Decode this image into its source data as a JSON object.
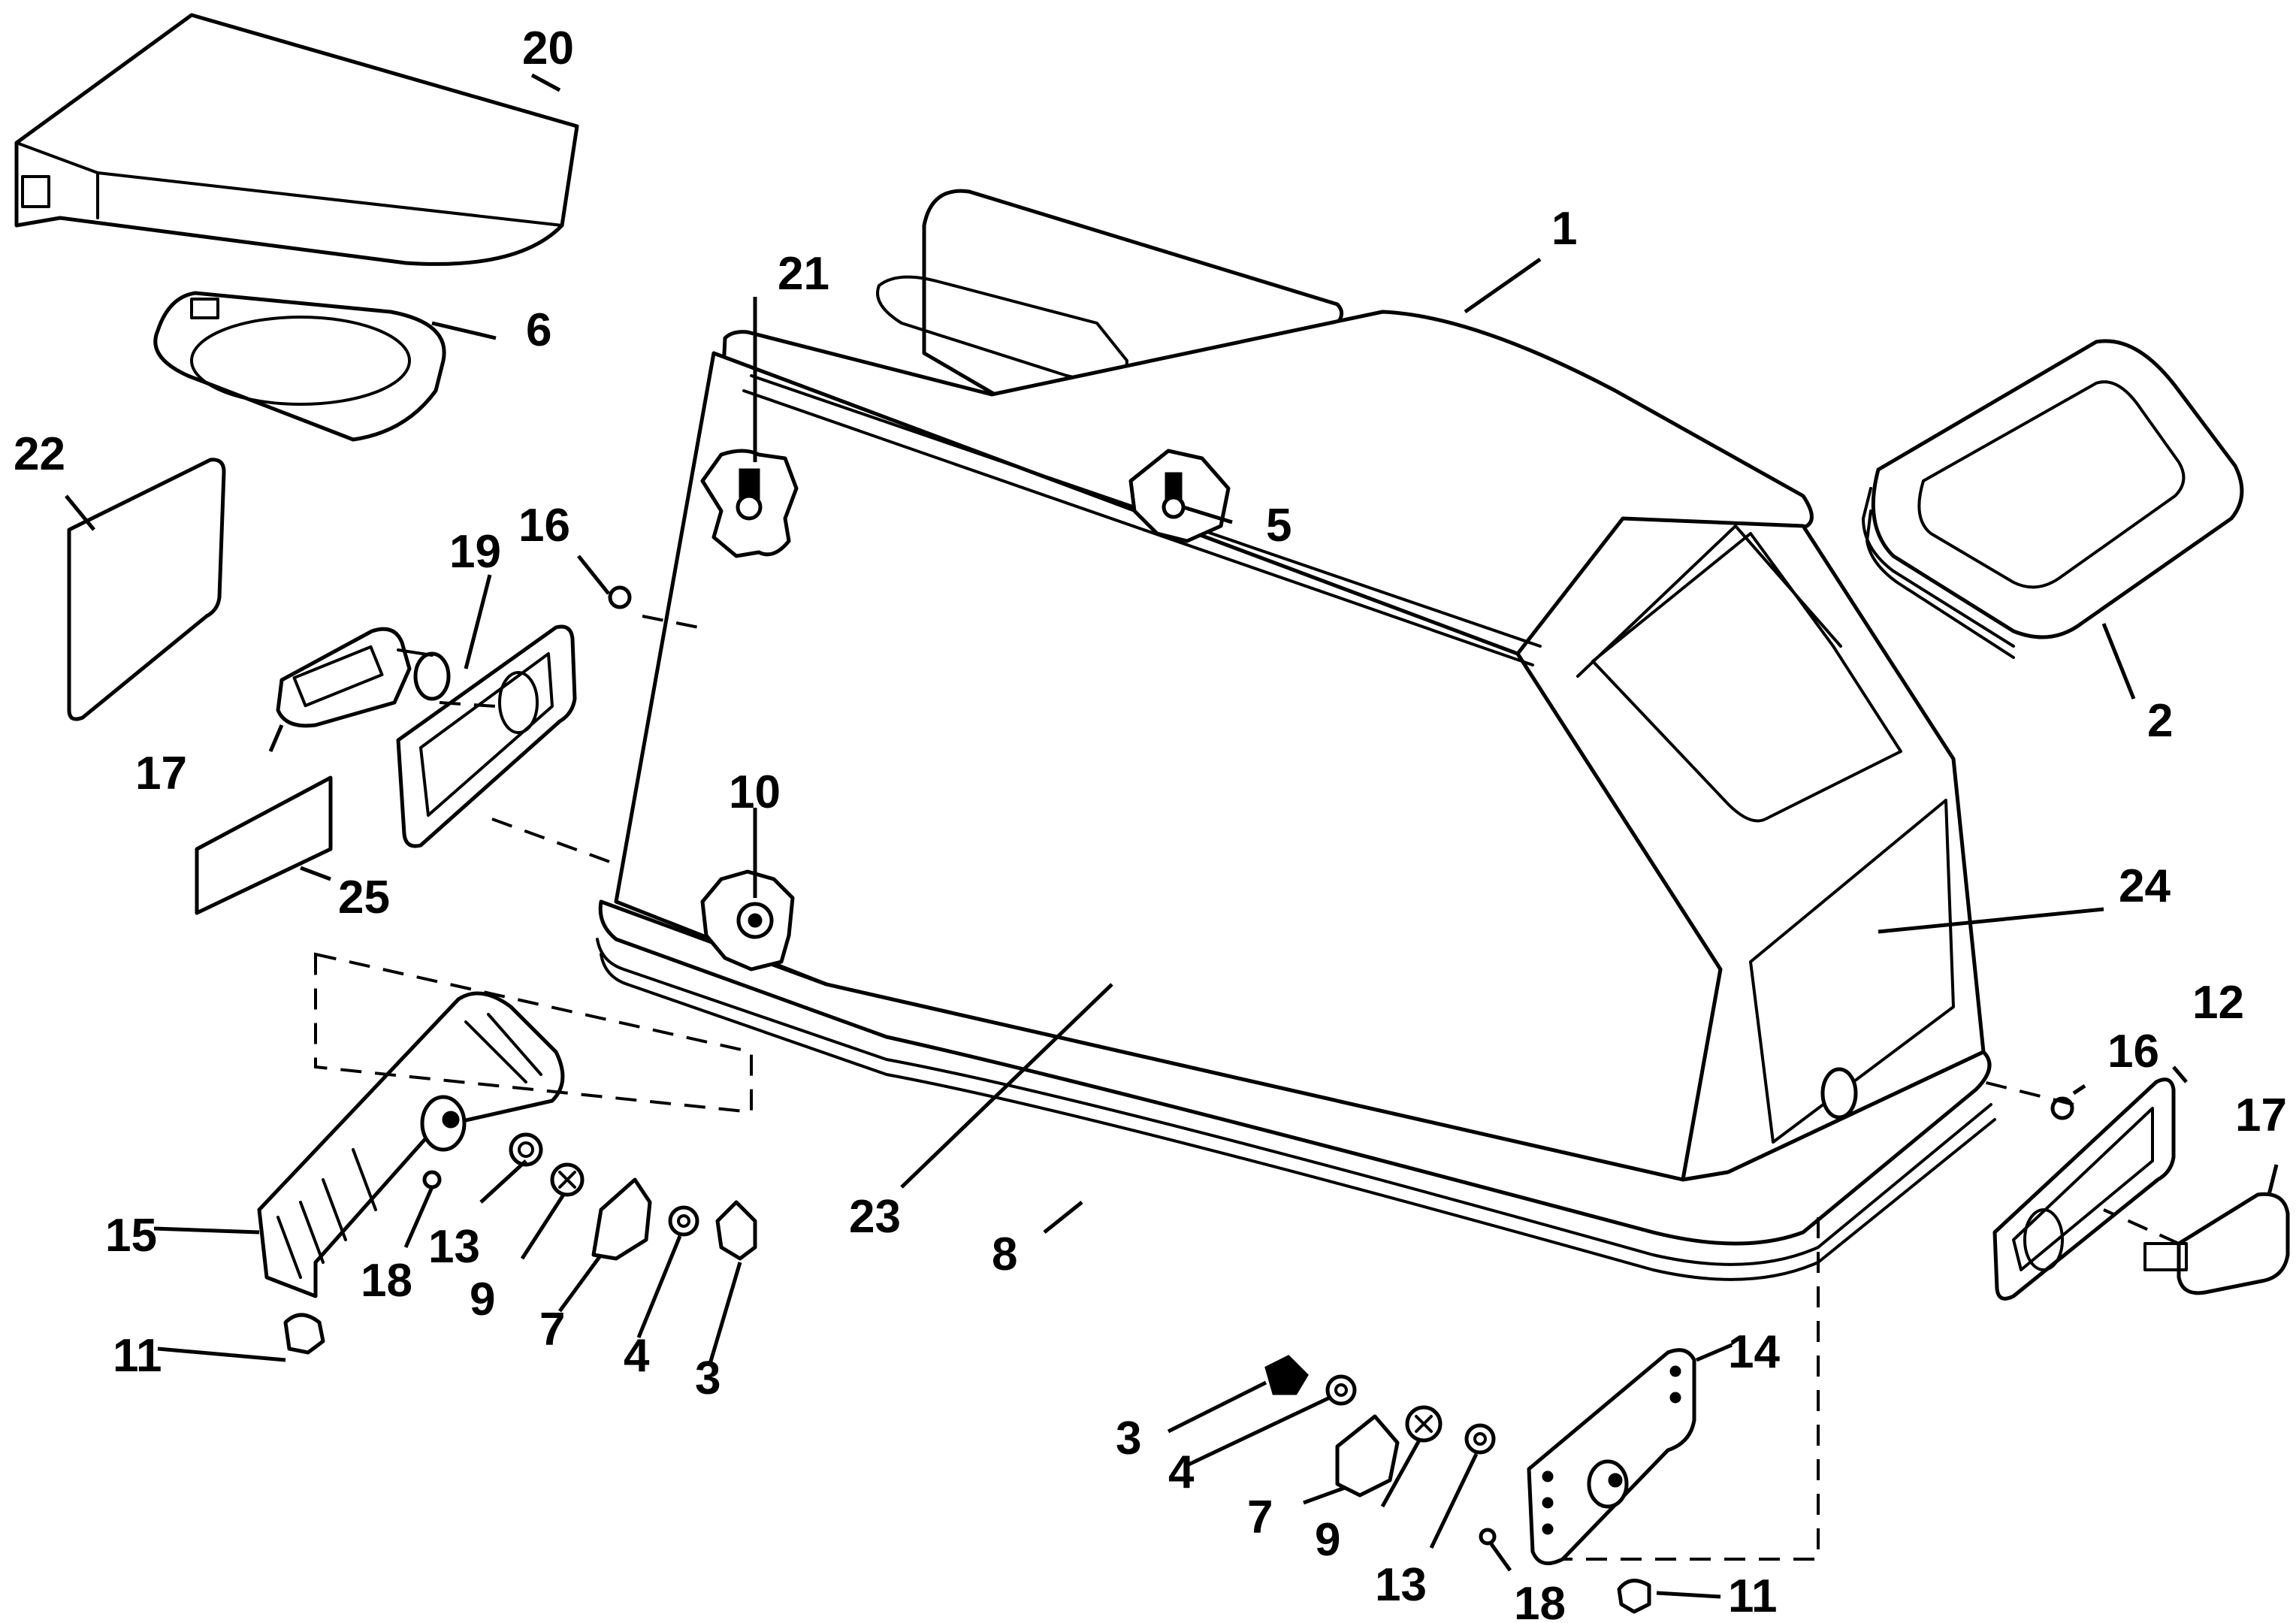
{
  "callouts": {
    "c1": "1",
    "c2": "2",
    "c3a": "3",
    "c3b": "3",
    "c4a": "4",
    "c4b": "4",
    "c5": "5",
    "c6": "6",
    "c7a": "7",
    "c7b": "7",
    "c8": "8",
    "c9a": "9",
    "c9b": "9",
    "c10": "10",
    "c11a": "11",
    "c11b": "11",
    "c12": "12",
    "c13a": "13",
    "c13b": "13",
    "c14": "14",
    "c15": "15",
    "c16a": "16",
    "c16b": "16",
    "c17a": "17",
    "c17b": "17",
    "c18a": "18",
    "c18b": "18",
    "c19": "19",
    "c20": "20",
    "c21": "21",
    "c22": "22",
    "c23": "23",
    "c24": "24",
    "c25": "25"
  }
}
